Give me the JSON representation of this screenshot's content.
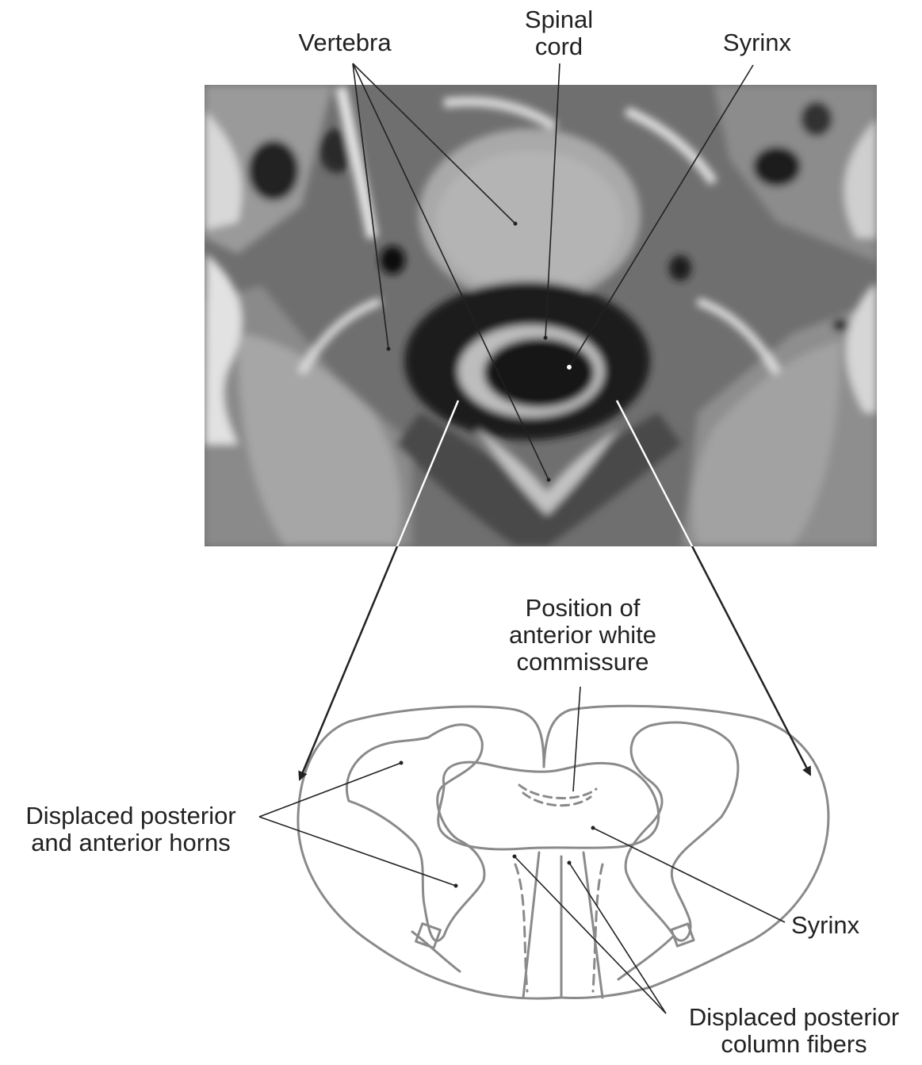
{
  "labels": {
    "vertebra": "Vertebra",
    "spinal_cord": "Spinal\ncord",
    "syrinx_top": "Syrinx",
    "anterior_white_commissure": "Position of\nanterior white\ncommissure",
    "displaced_horns": "Displaced posterior\nand anterior horns",
    "syrinx_bottom": "Syrinx",
    "displaced_posterior_column": "Displaced posterior\ncolumn fibers"
  },
  "colors": {
    "line": "#222222",
    "outline": "#8a8a8a",
    "background": "#ffffff"
  }
}
